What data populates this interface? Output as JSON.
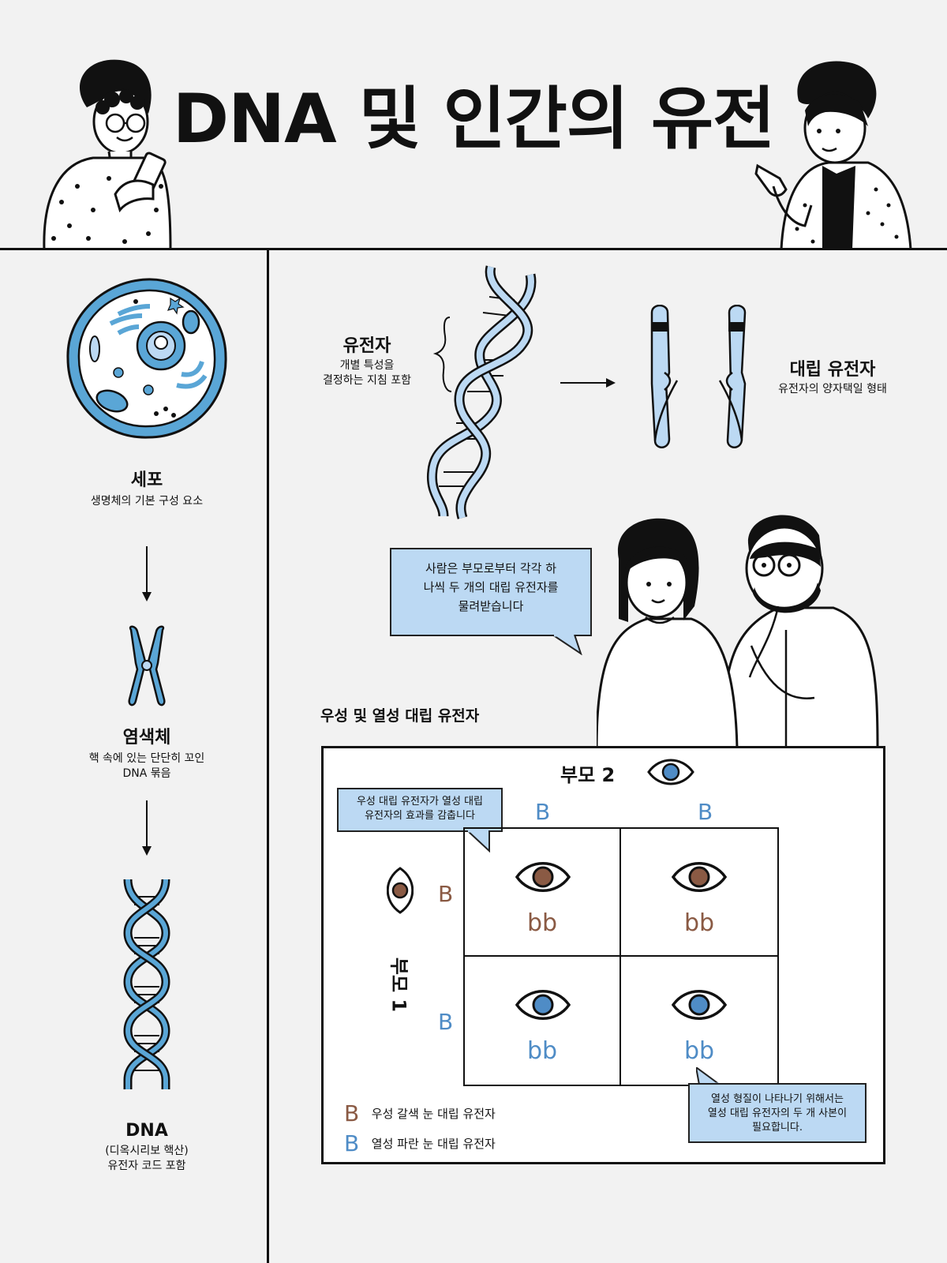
{
  "title": "DNA 및 인간의 유전",
  "cell": {
    "title": "세포",
    "desc": "생명체의 기본 구성 요소"
  },
  "chromosome": {
    "title": "염색체",
    "desc_line1": "핵 속에 있는 단단히 꼬인",
    "desc_line2": "DNA 묶음"
  },
  "dna": {
    "title": "DNA",
    "desc_line1": "(디옥시리보 핵산)",
    "desc_line2": "유전자 코드 포함"
  },
  "gene": {
    "title": "유전자",
    "desc_line1": "개별 특성을",
    "desc_line2": "결정하는 지침 포함"
  },
  "allele": {
    "title": "대립 유전자",
    "desc": "유전자의 양자택일 형태"
  },
  "inherit_bubble": {
    "line1": "사람은 부모로부터 각각 하",
    "line2": "나씩 두 개의 대립 유전자를",
    "line3": "물려받습니다"
  },
  "punnett": {
    "heading": "우성 및 열성 대립 유전자",
    "parent2_label": "부모 2",
    "parent1_label": "부모 1",
    "parent2_alleles": [
      "B",
      "B"
    ],
    "parent1_alleles": [
      "B",
      "B"
    ],
    "cells": [
      "bb",
      "bb",
      "bb",
      "bb"
    ],
    "dominant_bubble": {
      "line1": "우성 대립 유전자가 열성 대립",
      "line2": "유전자의 효과를 감춥니다"
    },
    "recessive_bubble": {
      "line1": "열성 형질이 나타나기 위해서는",
      "line2": "열성 대립 유전자의 두 개 사본이",
      "line3": "필요합니다."
    },
    "legend": [
      {
        "letter": "B",
        "text": "우성 갈색 눈 대립 유전자"
      },
      {
        "letter": "B",
        "text": "열성 파란 눈 대립 유전자"
      }
    ]
  },
  "colors": {
    "brown": "#8a5a44",
    "blue": "#4f8cc6",
    "light_blue": "#bcd9f3",
    "cell_blue": "#5aa6d6"
  }
}
